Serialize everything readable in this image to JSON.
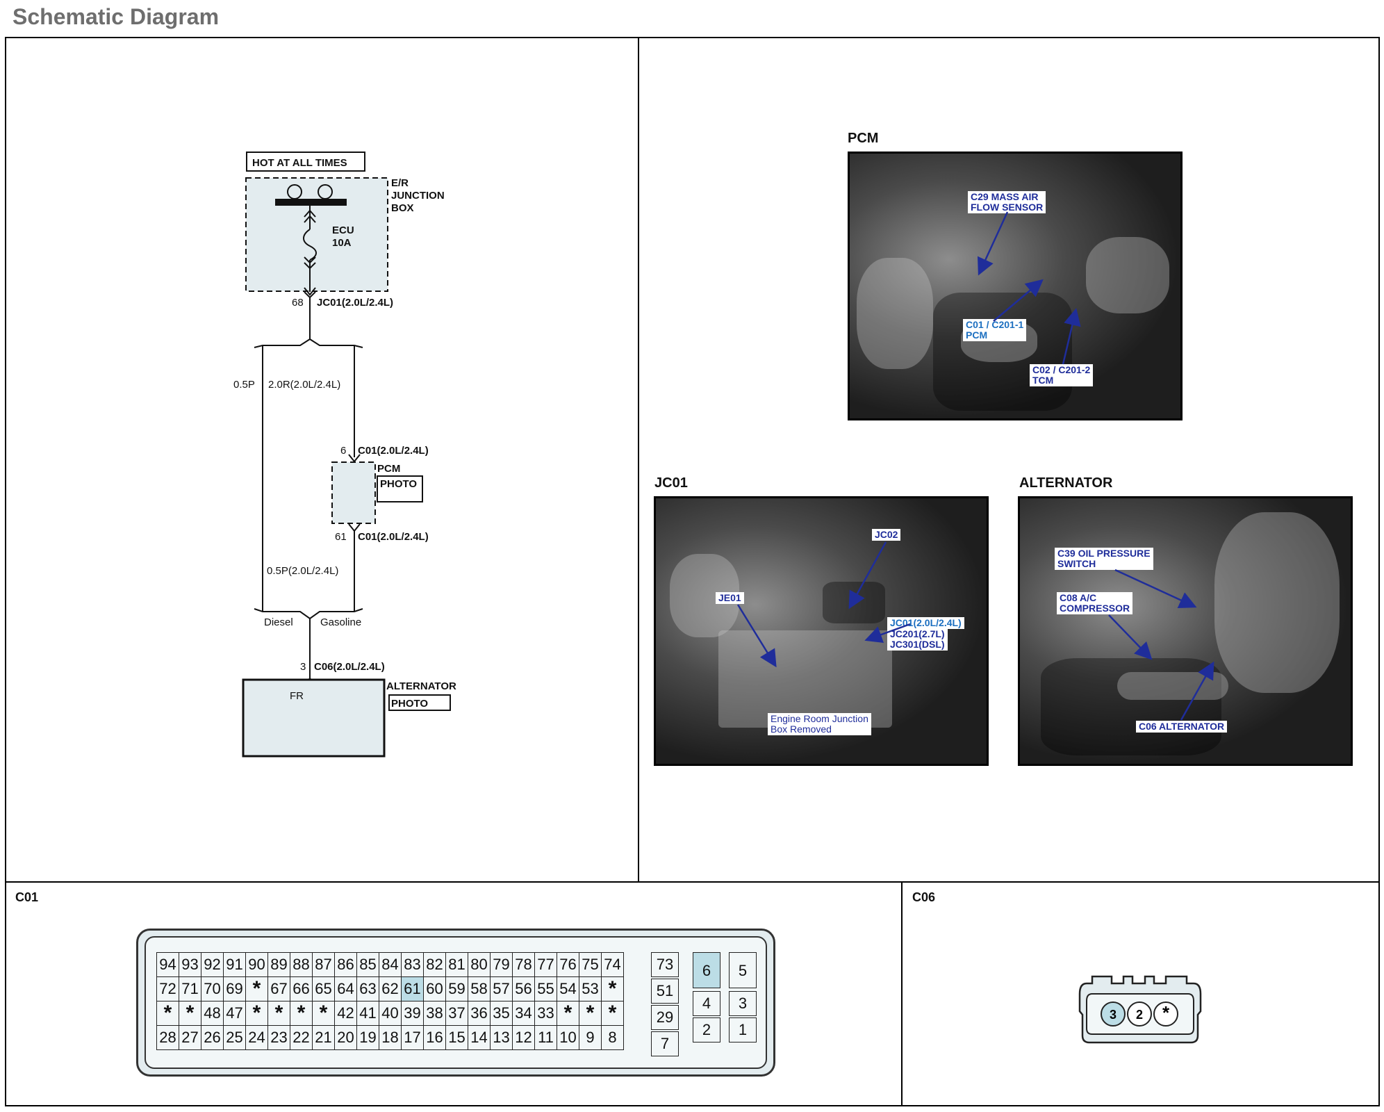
{
  "page_title": "Schematic Diagram",
  "schematic": {
    "hot_at_all_times": "HOT AT ALL TIMES",
    "junction_box_label": "E/R\nJUNCTION\nBOX",
    "fuse_label": "ECU\n10A",
    "jc01_pin": "68",
    "jc01_label": "JC01(2.0L/2.4L)",
    "wire_left": "0.5P",
    "wire_right": "2.0R(2.0L/2.4L)",
    "pcm_pin_top": "6",
    "pcm_conn_top": "C01(2.0L/2.4L)",
    "pcm_label": "PCM",
    "pcm_photo": "PHOTO",
    "pcm_pin_bottom": "61",
    "pcm_conn_bottom": "C01(2.0L/2.4L)",
    "wire_bottom": "0.5P(2.0L/2.4L)",
    "diesel": "Diesel",
    "gasoline": "Gasoline",
    "alt_pin": "3",
    "alt_conn": "C06(2.0L/2.4L)",
    "alt_fr": "FR",
    "alt_label": "ALTERNATOR",
    "alt_photo": "PHOTO"
  },
  "photos": {
    "pcm": {
      "title": "PCM",
      "callouts": [
        "C29 MASS AIR\nFLOW SENSOR",
        "C01 / C201-1\nPCM",
        "C02 / C201-2\nTCM"
      ]
    },
    "jc01": {
      "title": "JC01",
      "callouts": [
        "JC02",
        "JE01",
        "JC01(2.0L/2.4L)",
        "JC201(2.7L)\nJC301(DSL)",
        "Engine Room Junction\nBox Removed"
      ]
    },
    "alternator": {
      "title": "ALTERNATOR",
      "callouts": [
        "C39 OIL PRESSURE\nSWITCH",
        "C08 A/C\nCOMPRESSOR",
        "C06 ALTERNATOR"
      ]
    }
  },
  "connectors": {
    "c01": {
      "title": "C01",
      "rows": [
        [
          "94",
          "93",
          "92",
          "91",
          "90",
          "89",
          "88",
          "87",
          "86",
          "85",
          "84",
          "83",
          "82",
          "81",
          "80",
          "79",
          "78",
          "77",
          "76",
          "75",
          "74"
        ],
        [
          "72",
          "71",
          "70",
          "69",
          "*",
          "67",
          "66",
          "65",
          "64",
          "63",
          "62",
          "61",
          "60",
          "59",
          "58",
          "57",
          "56",
          "55",
          "54",
          "53",
          "*"
        ],
        [
          "*",
          "*",
          "48",
          "47",
          "*",
          "*",
          "*",
          "*",
          "42",
          "41",
          "40",
          "39",
          "38",
          "37",
          "36",
          "35",
          "34",
          "33",
          "*",
          "*",
          "*"
        ],
        [
          "28",
          "27",
          "26",
          "25",
          "24",
          "23",
          "22",
          "21",
          "20",
          "19",
          "18",
          "17",
          "16",
          "15",
          "14",
          "13",
          "12",
          "11",
          "10",
          "9",
          "8"
        ]
      ],
      "side_col": [
        "73",
        "51",
        "29",
        "7"
      ],
      "right_block": [
        "6",
        "5",
        "4",
        "3",
        "2",
        "1"
      ],
      "highlighted": [
        "61",
        "6"
      ]
    },
    "c06": {
      "title": "C06",
      "pins": [
        "3",
        "2",
        "*"
      ],
      "highlighted": [
        "3"
      ]
    }
  },
  "colors": {
    "highlight": "#bcdde6",
    "callout_text": "#1f2d9a",
    "box_fill": "#e3ecef"
  }
}
